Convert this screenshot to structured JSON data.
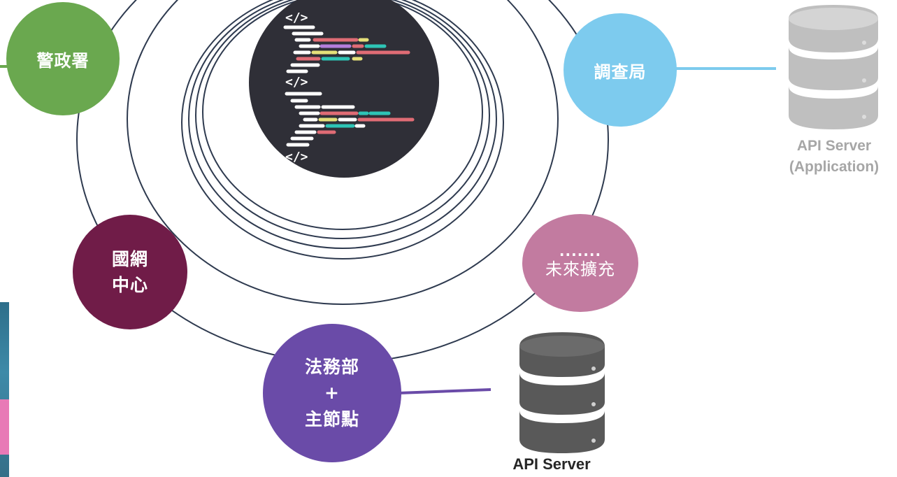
{
  "nodes": {
    "police": "警政署",
    "investigation": "調查局",
    "nccst": [
      "國網",
      "中心"
    ],
    "future": {
      "dots": ".......",
      "label": "未來擴充"
    },
    "moj": [
      "法務部",
      "+",
      "主節點"
    ]
  },
  "servers": {
    "application": {
      "line1": "API Server",
      "line2": "(Application)"
    },
    "main": {
      "line1": "API Server"
    }
  },
  "icons": {
    "center": "code-editor-icon",
    "app_server": "database-server-icon",
    "main_server": "database-server-icon"
  },
  "colors": {
    "police": "#6aa84f",
    "investigation": "#7dcbee",
    "nccst": "#701c48",
    "future": "#c27ba0",
    "moj": "#6a4ba8",
    "ring": "#2e3a4f",
    "center_bg": "#2f2f37",
    "app_server": "#bfbfbf",
    "main_server": "#595959"
  }
}
